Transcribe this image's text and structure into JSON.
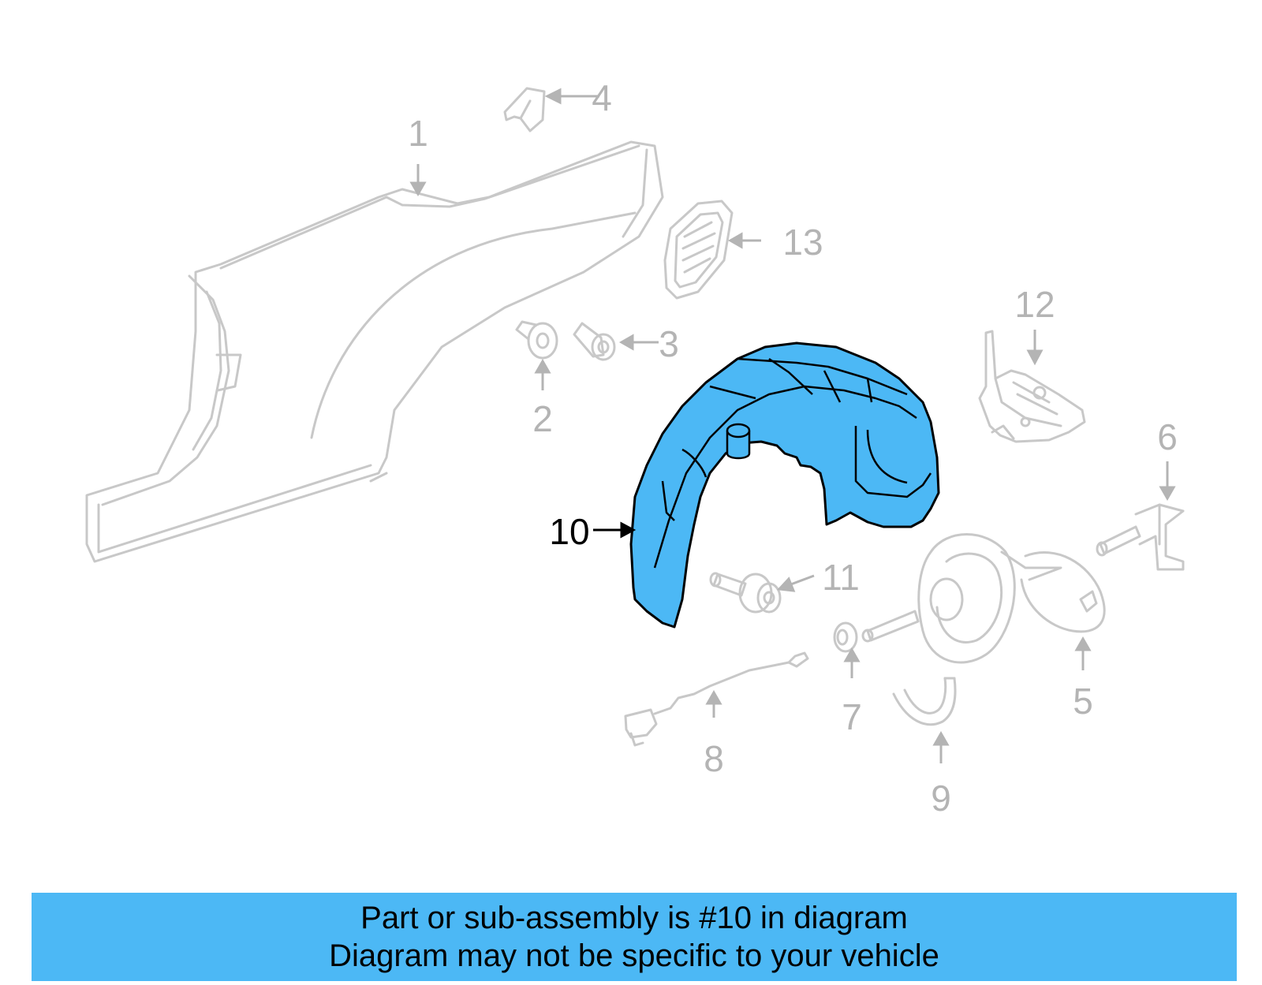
{
  "colors": {
    "faded": "#c8c8c8",
    "faded_text": "#b4b4b4",
    "highlight": "#4cb8f5",
    "outline": "#000000",
    "banner": "#4cb8f5"
  },
  "callouts": [
    {
      "id": "1",
      "label": "1"
    },
    {
      "id": "2",
      "label": "2"
    },
    {
      "id": "3",
      "label": "3"
    },
    {
      "id": "4",
      "label": "4"
    },
    {
      "id": "5",
      "label": "5"
    },
    {
      "id": "6",
      "label": "6"
    },
    {
      "id": "7",
      "label": "7"
    },
    {
      "id": "8",
      "label": "8"
    },
    {
      "id": "9",
      "label": "9"
    },
    {
      "id": "10",
      "label": "10",
      "highlighted": true
    },
    {
      "id": "11",
      "label": "11"
    },
    {
      "id": "12",
      "label": "12"
    },
    {
      "id": "13",
      "label": "13"
    }
  ],
  "banner": {
    "line1": "Part or sub-assembly is #10 in diagram",
    "line2": "Diagram may not be specific to your vehicle"
  }
}
